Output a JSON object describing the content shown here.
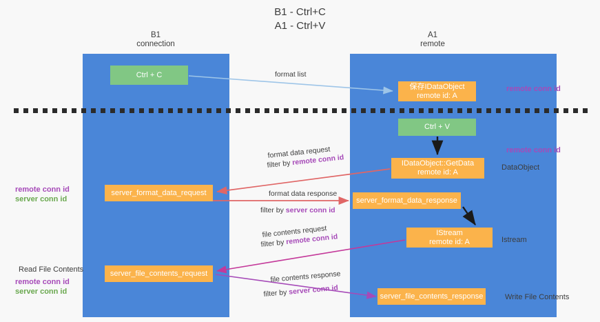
{
  "title": {
    "line1": "B1 - Ctrl+C",
    "line2": "A1 - Ctrl+V"
  },
  "lanes": [
    {
      "id": "b1",
      "name": "B1",
      "role": "connection",
      "color": "#4a86d8"
    },
    {
      "id": "a1",
      "name": "A1",
      "role": "remote",
      "color": "#4a86d8"
    }
  ],
  "colors": {
    "lane": "#4a86d8",
    "action_box": "#81c784",
    "message_box": "#fbb34b",
    "remote_conn_id": "#a64ab8",
    "server_conn_id": "#6aa84f",
    "arrow_format_list": "#9ec5e8",
    "arrow_black": "#1a1a1a",
    "arrow_red": "#e06666",
    "arrow_magenta": "#c4399a",
    "arrow_purple": "#a64ab8",
    "divider": "#2b2b2b",
    "background": "#f8f8f8"
  },
  "boxes": [
    {
      "id": "ctrl-c",
      "label": "Ctrl + C",
      "sub": "",
      "kind": "action",
      "lane": "b1"
    },
    {
      "id": "save-idataobject",
      "label": "保存IDataObject",
      "sub": "remote id: A",
      "kind": "message",
      "lane": "a1"
    },
    {
      "id": "ctrl-v",
      "label": "Ctrl + V",
      "sub": "",
      "kind": "action",
      "lane": "a1"
    },
    {
      "id": "idataobject-getdata",
      "label": "IDataObject::GetData",
      "sub": "remote id: A",
      "kind": "message",
      "lane": "a1"
    },
    {
      "id": "server-format-data-request",
      "label": "server_format_data_request",
      "sub": "",
      "kind": "message",
      "lane": "b1"
    },
    {
      "id": "server-format-data-response",
      "label": "server_format_data_response",
      "sub": "",
      "kind": "message",
      "lane": "a1"
    },
    {
      "id": "istream",
      "label": "IStream",
      "sub": "remote id: A",
      "kind": "message",
      "lane": "a1"
    },
    {
      "id": "server-file-contents-request",
      "label": "server_file_contents_request",
      "sub": "",
      "kind": "message",
      "lane": "b1"
    },
    {
      "id": "server-file-contents-response",
      "label": "server_file_contents_response",
      "sub": "",
      "kind": "message",
      "lane": "a1"
    }
  ],
  "edge_labels": {
    "format_list": "format list",
    "format_data_request": "format data request",
    "format_data_response": "format data response",
    "file_contents_request": "file contents request",
    "file_contents_response": "file contents response",
    "filter_by": "filter by ",
    "remote_conn_id": "remote conn id",
    "server_conn_id": "server conn id"
  },
  "annotations": {
    "right": [
      {
        "id": "remote-conn-id-top",
        "text": "remote conn id",
        "style": "remote"
      },
      {
        "id": "remote-conn-id-mid",
        "text": "remote conn id",
        "style": "remote"
      },
      {
        "id": "dataobject",
        "text": "DataObject",
        "style": "plain"
      },
      {
        "id": "istream",
        "text": "Istream",
        "style": "plain"
      },
      {
        "id": "write-file-contents",
        "text": "Write File Contents",
        "style": "plain"
      }
    ],
    "left": [
      {
        "id": "remote-conn-id-a",
        "text": "remote conn id",
        "style": "remote"
      },
      {
        "id": "server-conn-id-a",
        "text": "server conn id",
        "style": "server"
      },
      {
        "id": "read-file-contents",
        "text": "Read File Contents",
        "style": "plain"
      },
      {
        "id": "remote-conn-id-b",
        "text": "remote conn id",
        "style": "remote"
      },
      {
        "id": "server-conn-id-b",
        "text": "server conn id",
        "style": "server"
      }
    ]
  }
}
